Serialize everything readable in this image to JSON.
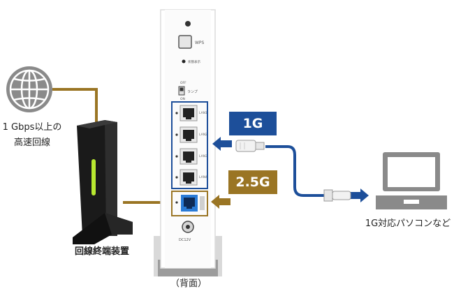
{
  "internet_label_line1": "1 Gbps以上の",
  "internet_label_line2": "高速回線",
  "onu_label": "回線終端装置",
  "pc_label": "1G対応パソコンなど",
  "back_label": "（背面）",
  "badge_1g": "1G",
  "badge_25g": "2.5G",
  "router": {
    "wps_label": "WPS",
    "led_label": "状態表示",
    "switch_off": "OFF",
    "switch_on": "ON",
    "switch_label": "ランプ",
    "lan_labels": [
      "LAN1",
      "LAN2",
      "LAN3",
      "LAN4"
    ],
    "dc_label": "DC12V"
  },
  "colors": {
    "blue": "#1d4f9a",
    "gold": "#9a7524",
    "onu_body": "#1a1a1a",
    "onu_led": "#b8e830",
    "globe": "#8a8a8a",
    "laptop": "#8a8a8a",
    "port_blue": "#2a7bd6"
  }
}
